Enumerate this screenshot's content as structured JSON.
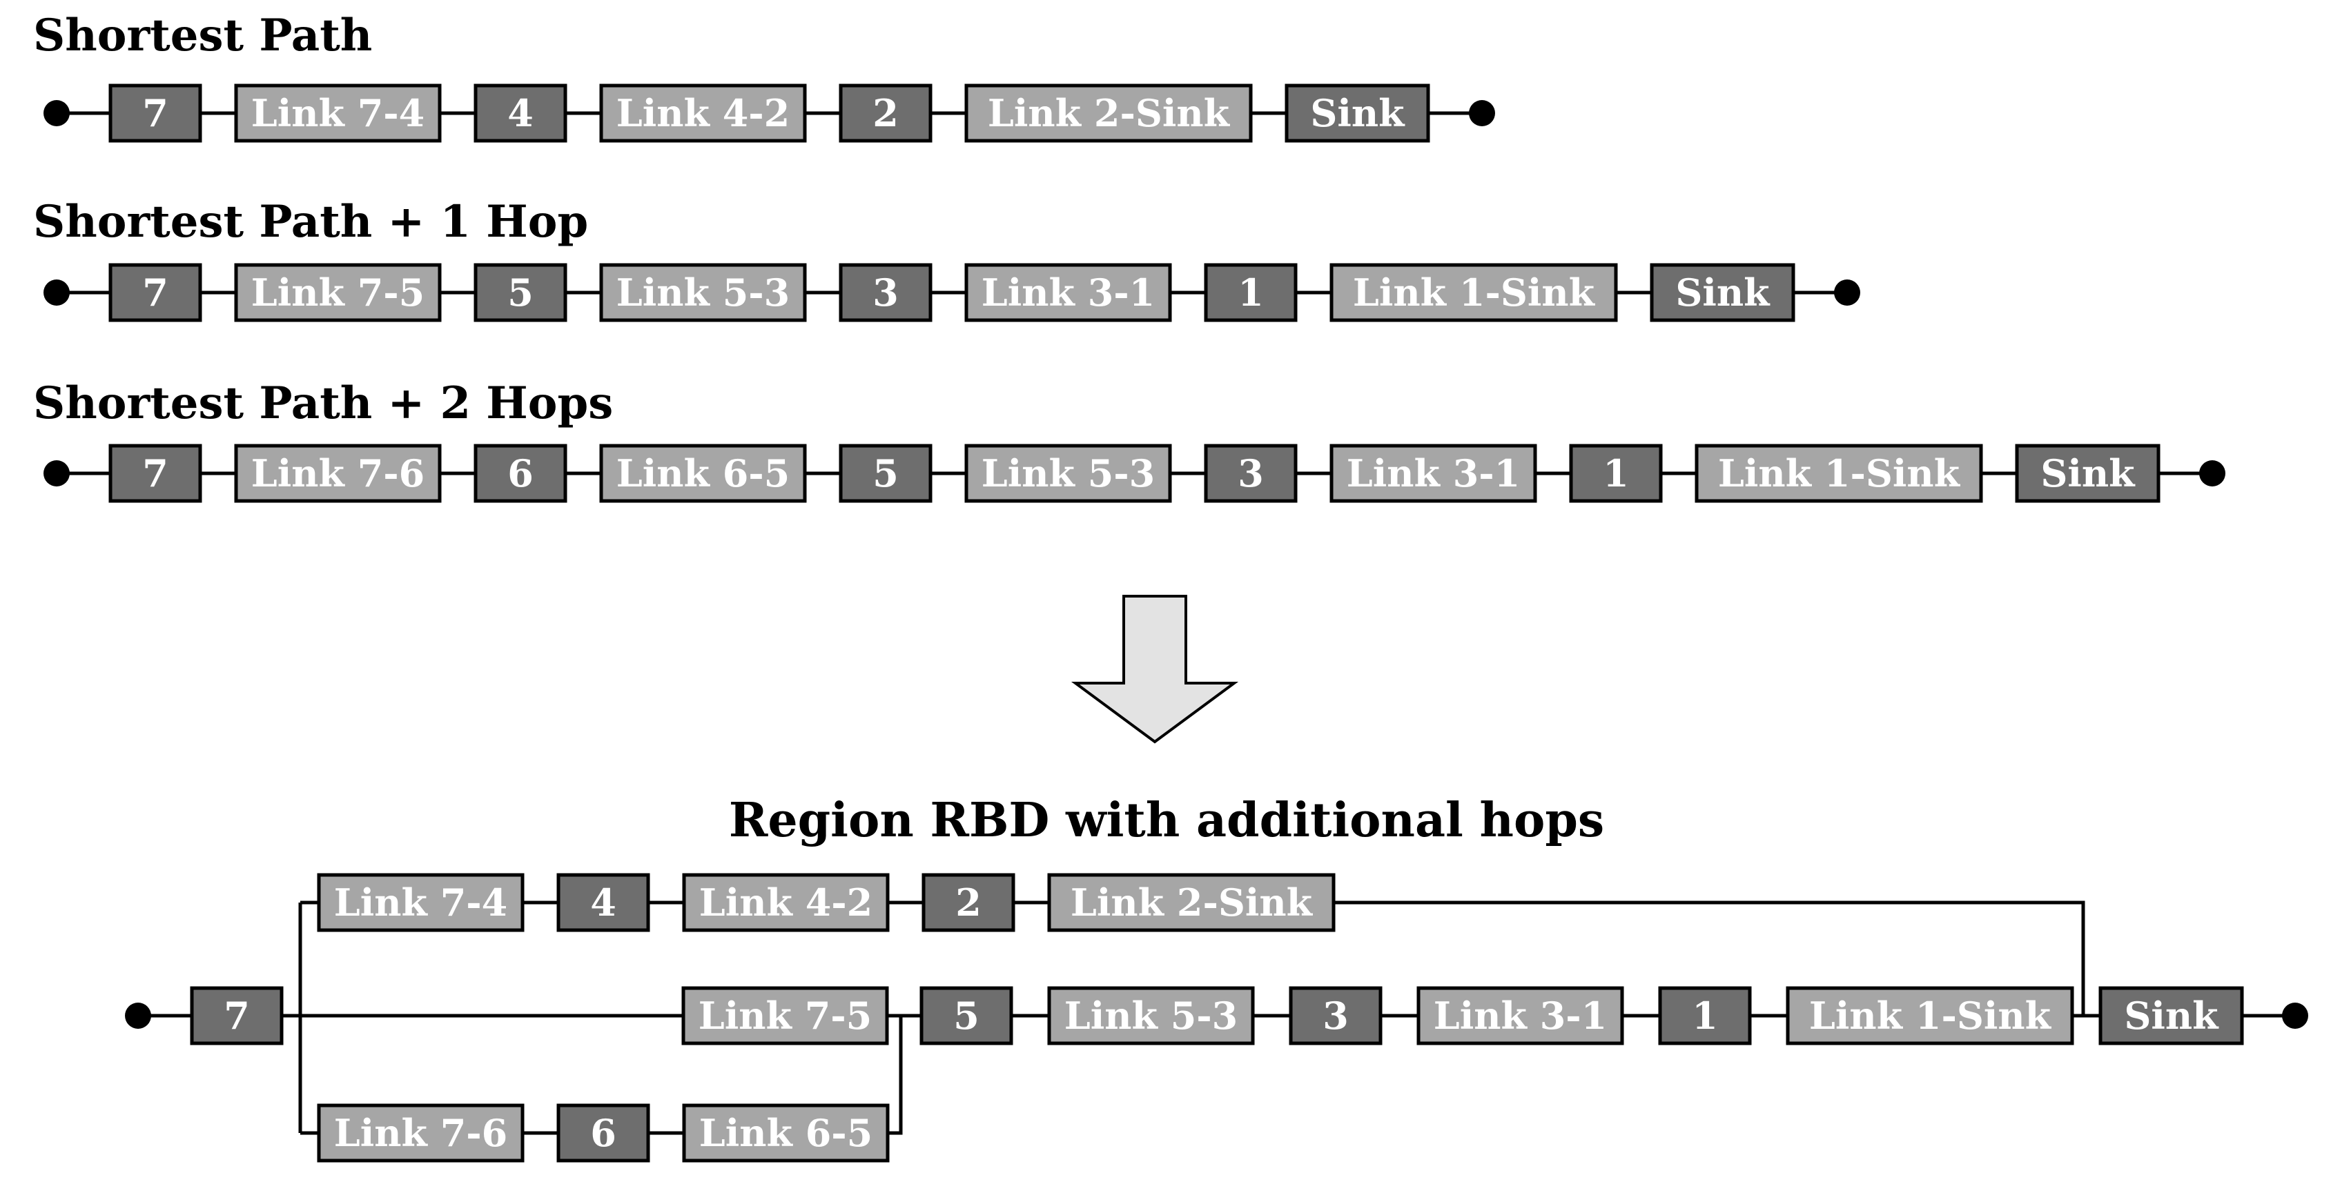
{
  "colors": {
    "node_fill": "#6e6e6e",
    "link_fill": "#a6a6a6",
    "arrow_fill": "#e3e3e3"
  },
  "rows": [
    {
      "title": "Shortest Path",
      "blocks": [
        {
          "label": "7",
          "kind": "node"
        },
        {
          "label": "Link 7-4",
          "kind": "link"
        },
        {
          "label": "4",
          "kind": "node"
        },
        {
          "label": "Link 4-2",
          "kind": "link"
        },
        {
          "label": "2",
          "kind": "node"
        },
        {
          "label": "Link 2-Sink",
          "kind": "link"
        },
        {
          "label": "Sink",
          "kind": "node"
        }
      ]
    },
    {
      "title": "Shortest Path + 1 Hop",
      "blocks": [
        {
          "label": "7",
          "kind": "node"
        },
        {
          "label": "Link 7-5",
          "kind": "link"
        },
        {
          "label": "5",
          "kind": "node"
        },
        {
          "label": "Link 5-3",
          "kind": "link"
        },
        {
          "label": "3",
          "kind": "node"
        },
        {
          "label": "Link 3-1",
          "kind": "link"
        },
        {
          "label": "1",
          "kind": "node"
        },
        {
          "label": "Link 1-Sink",
          "kind": "link"
        },
        {
          "label": "Sink",
          "kind": "node"
        }
      ]
    },
    {
      "title": "Shortest Path + 2 Hops",
      "blocks": [
        {
          "label": "7",
          "kind": "node"
        },
        {
          "label": "Link 7-6",
          "kind": "link"
        },
        {
          "label": "6",
          "kind": "node"
        },
        {
          "label": "Link 6-5",
          "kind": "link"
        },
        {
          "label": "5",
          "kind": "node"
        },
        {
          "label": "Link 5-3",
          "kind": "link"
        },
        {
          "label": "3",
          "kind": "node"
        },
        {
          "label": "Link 3-1",
          "kind": "link"
        },
        {
          "label": "1",
          "kind": "node"
        },
        {
          "label": "Link 1-Sink",
          "kind": "link"
        },
        {
          "label": "Sink",
          "kind": "node"
        }
      ]
    }
  ],
  "region": {
    "title": "Region RBD with additional hops",
    "start": {
      "label": "7",
      "kind": "node"
    },
    "end": {
      "label": "Sink",
      "kind": "node"
    },
    "top_branch": [
      {
        "label": "Link 7-4",
        "kind": "link"
      },
      {
        "label": "4",
        "kind": "node"
      },
      {
        "label": "Link 4-2",
        "kind": "link"
      },
      {
        "label": "2",
        "kind": "node"
      },
      {
        "label": "Link 2-Sink",
        "kind": "link"
      }
    ],
    "middle_link": {
      "label": "Link 7-5",
      "kind": "link"
    },
    "bottom_branch": [
      {
        "label": "Link 7-6",
        "kind": "link"
      },
      {
        "label": "6",
        "kind": "node"
      },
      {
        "label": "Link 6-5",
        "kind": "link"
      }
    ],
    "shared_tail": [
      {
        "label": "5",
        "kind": "node"
      },
      {
        "label": "Link 5-3",
        "kind": "link"
      },
      {
        "label": "3",
        "kind": "node"
      },
      {
        "label": "Link 3-1",
        "kind": "link"
      },
      {
        "label": "1",
        "kind": "node"
      },
      {
        "label": "Link 1-Sink",
        "kind": "link"
      }
    ]
  }
}
